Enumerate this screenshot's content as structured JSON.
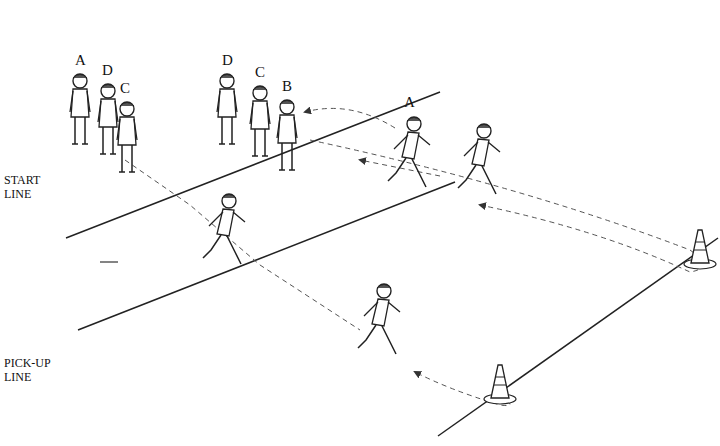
{
  "diagram": {
    "labels": [
      "A",
      "D",
      "C",
      "D",
      "C",
      "B",
      "A",
      "START LINE",
      "PICK-UP LINE"
    ]
  }
}
